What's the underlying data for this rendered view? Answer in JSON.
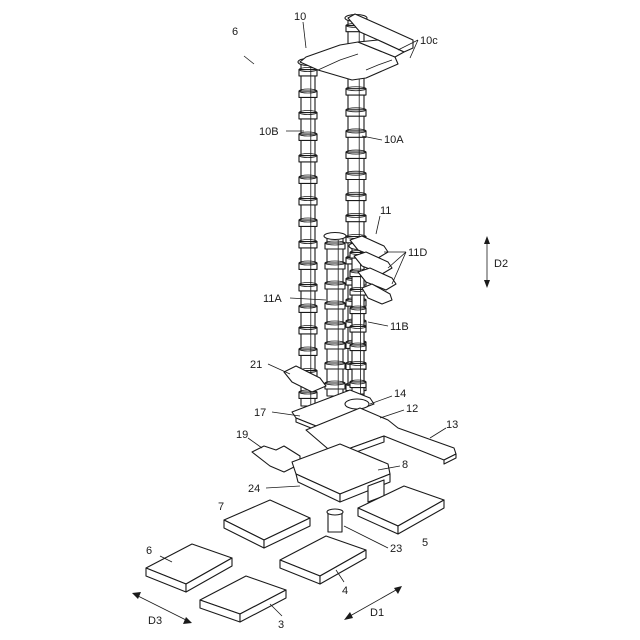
{
  "labels": {
    "l10": "10",
    "l10c": "10c",
    "l10B": "10B",
    "l10A": "10A",
    "l6top": "6",
    "l11": "11",
    "l11D": "11D",
    "l11A": "11A",
    "l11B": "11B",
    "l21": "21",
    "l14": "14",
    "l12": "12",
    "l17": "17",
    "l13": "13",
    "l19": "19",
    "l8": "8",
    "l24": "24",
    "l7": "7",
    "l5": "5",
    "l23": "23",
    "l6bottom": "6",
    "l4": "4",
    "l3": "3",
    "lD1": "D1",
    "lD2": "D2",
    "lD3": "D3"
  }
}
